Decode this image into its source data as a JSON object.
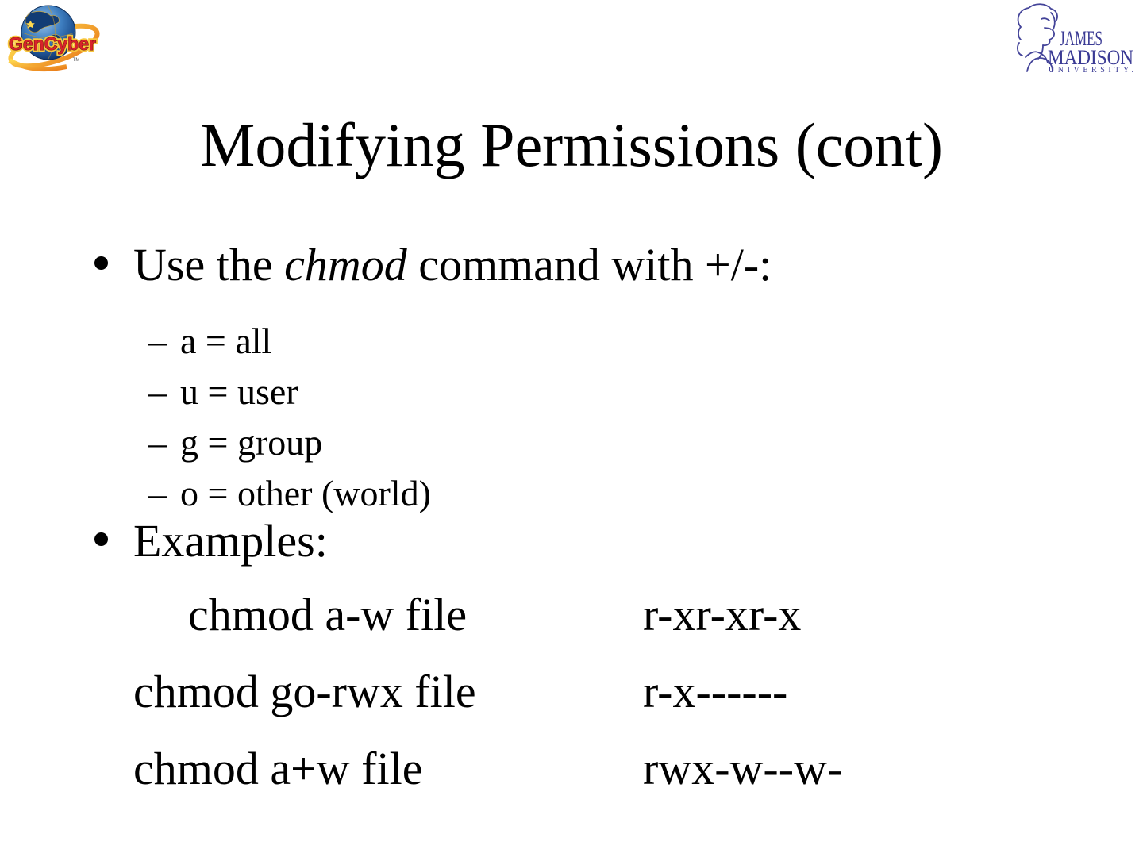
{
  "logos": {
    "gencyber": {
      "wordmark": "GenCyber",
      "trademark": "TM",
      "colors": {
        "word_red": "#d8232a",
        "word_outline": "#69100f",
        "glow_gold": "#f8c63d",
        "globe_blue": "#1d4f8f",
        "globe_dark": "#0c2f63",
        "ring_orange": "#ea7f1b",
        "ring_yellow": "#ffd94f"
      }
    },
    "jmu": {
      "line1": "JAMES",
      "line2": "MADISON",
      "line3": "UNIVERSITY.",
      "colors": {
        "purple": "#3a3a94"
      }
    }
  },
  "slide": {
    "title": "Modifying Permissions (cont)",
    "bullet1": {
      "pre": "Use the ",
      "emph": "chmod",
      "post": " command with +/-:"
    },
    "sub_bullets": [
      "a = all",
      "u = user",
      "g = group",
      "o = other (world)"
    ],
    "bullet2": "Examples:",
    "examples": [
      {
        "command": "chmod a-w file",
        "result": "r-xr-xr-x"
      },
      {
        "command": "chmod go-rwx file",
        "result": "r-x------"
      },
      {
        "command": "chmod a+w file",
        "result": "rwx-w--w-"
      }
    ],
    "markers": {
      "dash": "–"
    },
    "colors": {
      "text": "#000000",
      "background": "#ffffff"
    }
  }
}
